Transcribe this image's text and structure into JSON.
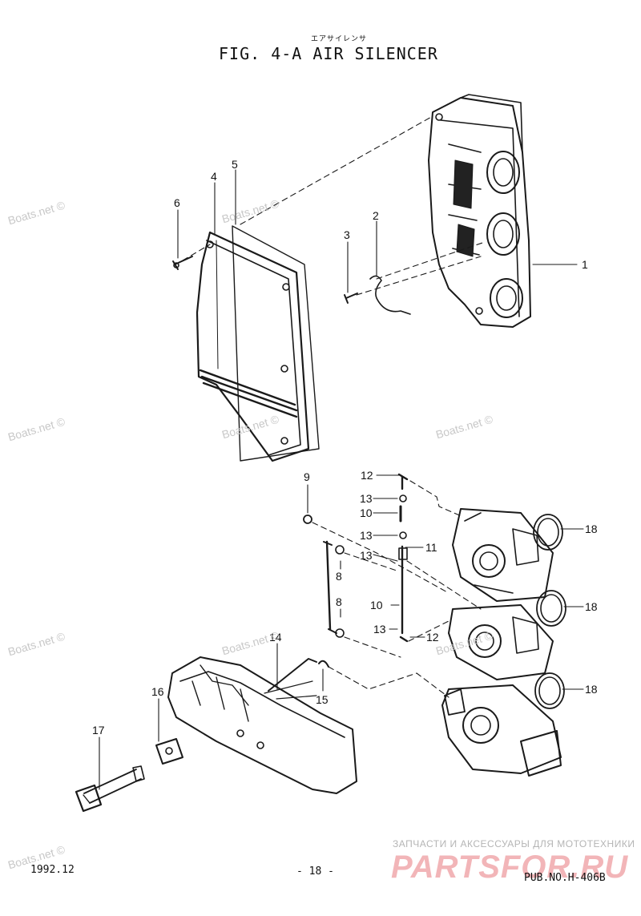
{
  "header": {
    "kana": "エアサイレンサ",
    "title": "FIG.  4-A AIR SILENCER"
  },
  "watermarks": {
    "boats": "Boats.net ©"
  },
  "callouts": {
    "p1": "1",
    "p2": "2",
    "p3": "3",
    "p4": "4",
    "p5": "5",
    "p6": "6",
    "p8a": "8",
    "p8b": "8",
    "p9": "9",
    "p10a": "10",
    "p10b": "10",
    "p11": "11",
    "p12a": "12",
    "p12b": "12",
    "p13a": "13",
    "p13b": "13",
    "p13c": "13",
    "p13d": "13",
    "p14": "14",
    "p15": "15",
    "p16": "16",
    "p17": "17",
    "p18a": "18",
    "p18b": "18",
    "p18c": "18"
  },
  "footer": {
    "date": "1992.12",
    "page": "- 18 -",
    "pub": "PUB.NO.H-406B"
  },
  "branding": {
    "subtitle": "ЗАПЧАСТИ И АКСЕССУАРЫ ДЛЯ МОТОТЕХНИКИ",
    "logo": "PARTSFOR.RU"
  }
}
